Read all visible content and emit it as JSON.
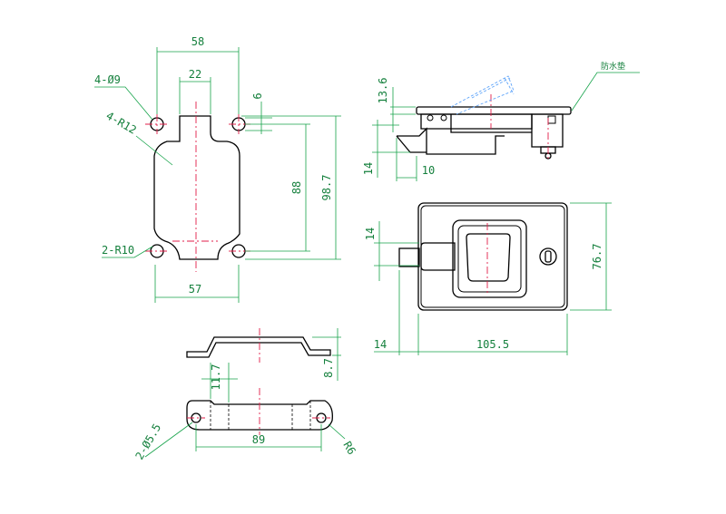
{
  "dimensions": {
    "top_width": "58",
    "notch_width": "22",
    "hole_offset": "6",
    "hole_callout": "4-Ø9",
    "corner_radius": "4-R12",
    "height_inner": "88",
    "height_outer": "98.7",
    "bottom_radius": "2-R10",
    "bottom_width": "57",
    "side_top": "13.6",
    "side_depth": "14",
    "side_tab": "10",
    "front_width": "105.5",
    "front_height": "76.7",
    "front_slot": "14",
    "front_offset": "14",
    "bracket_height": "8.7",
    "plate_height": "11.7",
    "plate_span": "89",
    "plate_holes": "2-Ø5.5",
    "plate_end": "R6"
  },
  "notes": {
    "side_label": "防水垫"
  }
}
